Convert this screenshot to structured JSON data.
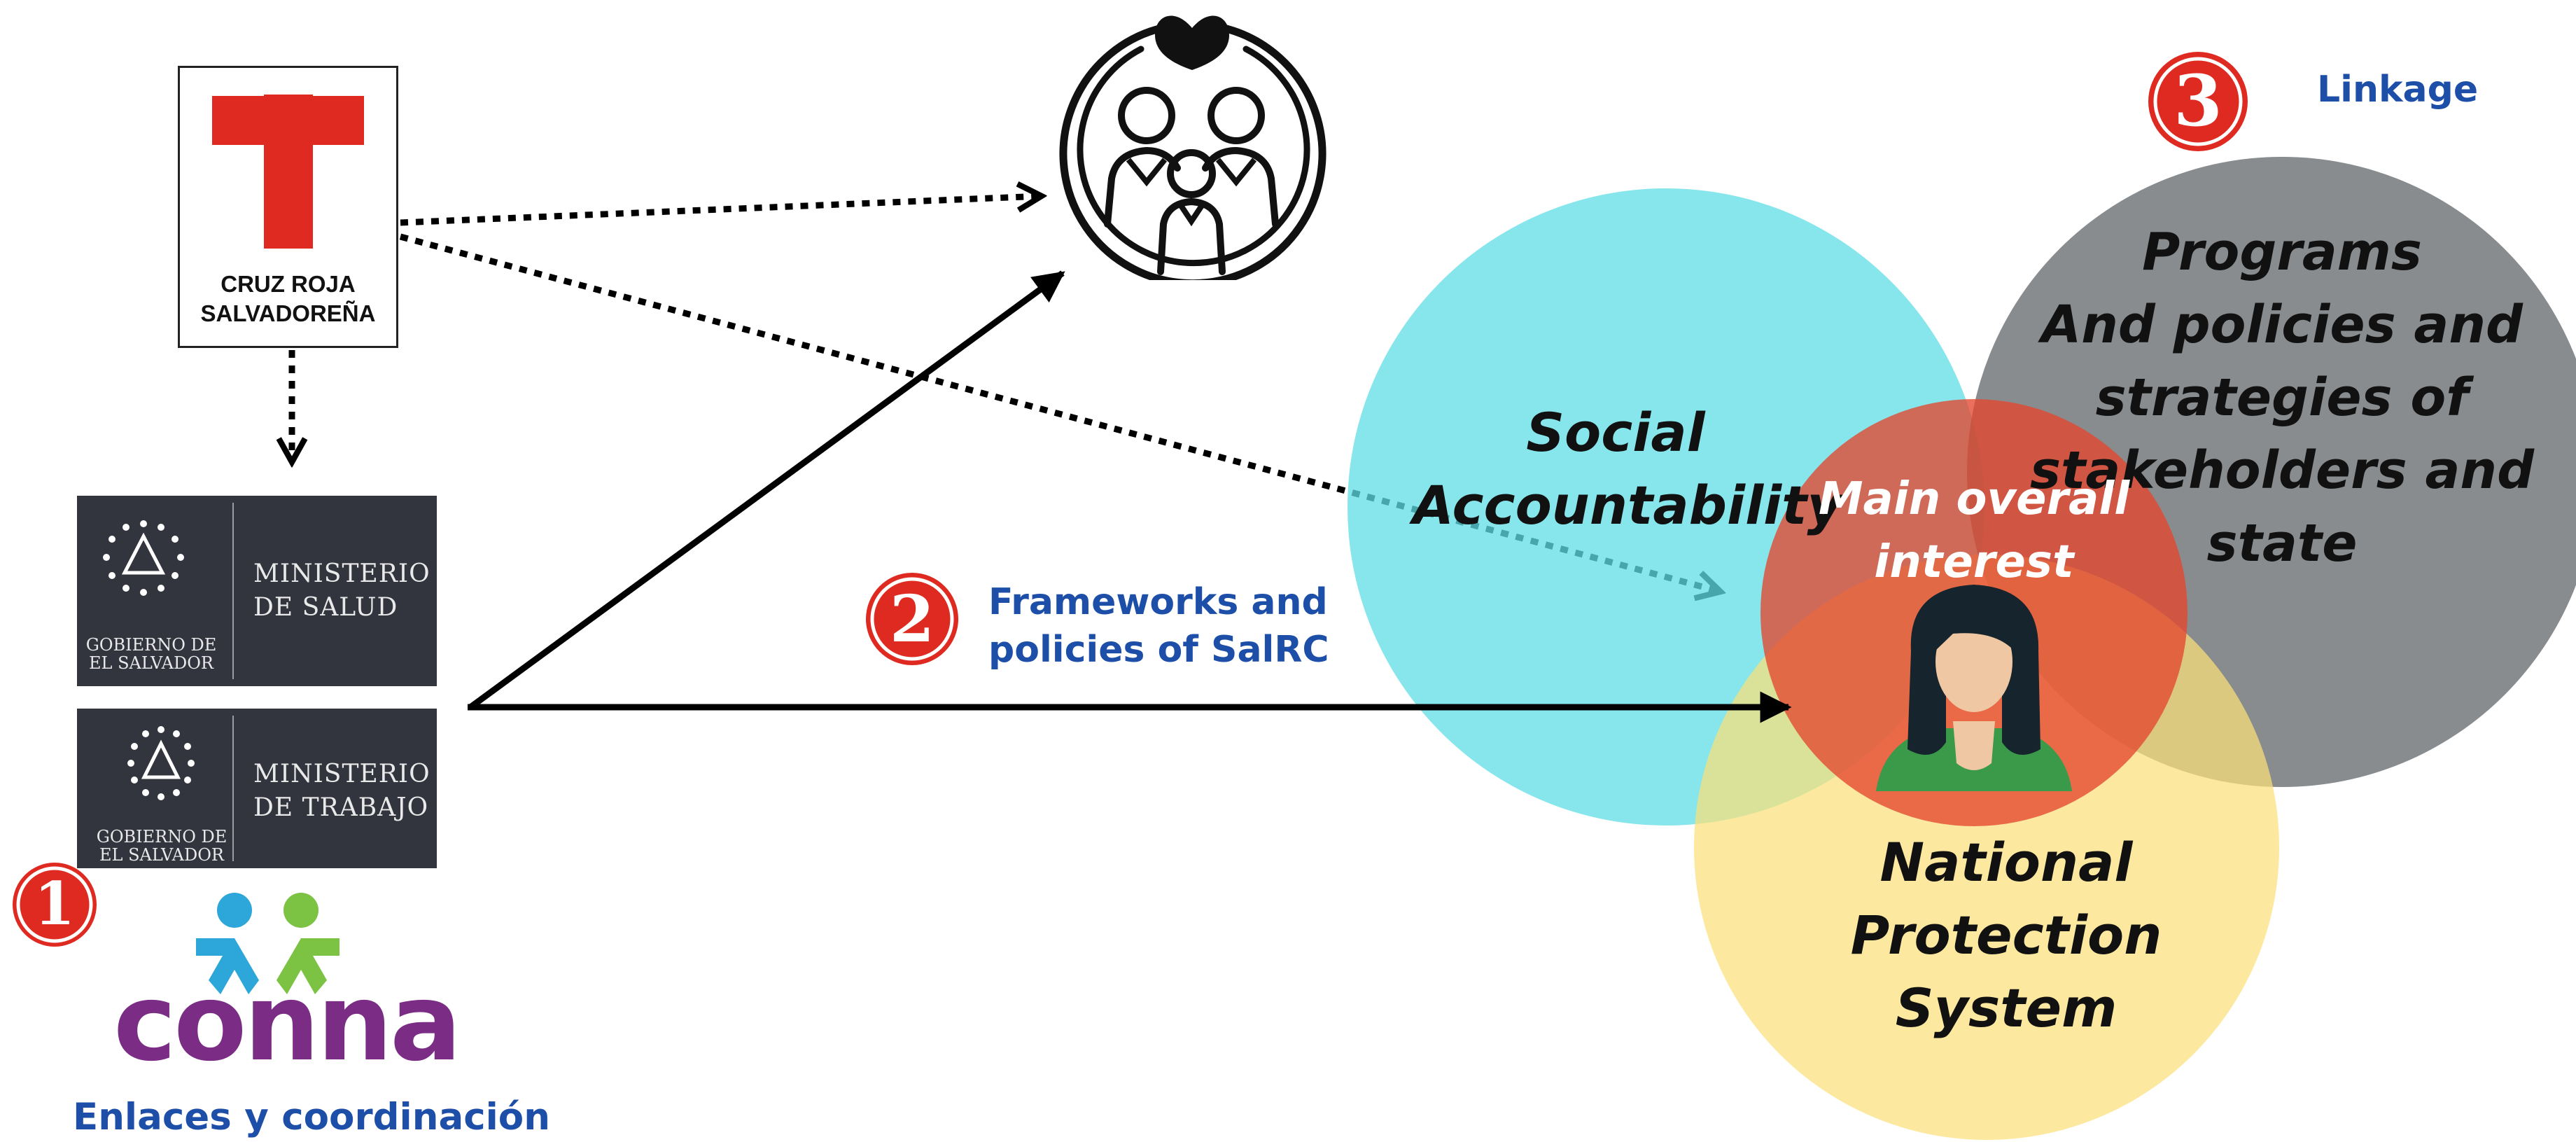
{
  "cruz_roja": {
    "name_line1": "CRUZ ROJA",
    "name_line2": "SALVADOREÑA",
    "cross_color": "#de2a20"
  },
  "ministerio_salud": {
    "line1": "MINISTERIO",
    "line2": "DE SALUD",
    "gov_line1": "GOBIERNO DE",
    "gov_line2": "EL SALVADOR"
  },
  "ministerio_trabajo": {
    "line1": "MINISTERIO",
    "line2": "DE TRABAJO",
    "gov_line1": "GOBIERNO DE",
    "gov_line2": "EL SALVADOR"
  },
  "conna": {
    "wordmark": "conna",
    "caption": "Enlaces y coordinación",
    "figure_colors": [
      "#2da6d9",
      "#7cc243"
    ]
  },
  "badges": [
    {
      "number": "1",
      "color": "#de2a20"
    },
    {
      "number": "2",
      "color": "#de2a20"
    },
    {
      "number": "3",
      "color": "#de2a20"
    }
  ],
  "labels": {
    "frameworks_line1": "Frameworks and",
    "frameworks_line2": "policies of SalRC",
    "linkage": "Linkage"
  },
  "venn": {
    "social": {
      "line1": "Social",
      "line2": "Accountability",
      "color": "#5fdde4"
    },
    "programs": {
      "line1": "Programs",
      "line2": "And policies and",
      "line3": "strategies of",
      "line4": "stakeholders and",
      "line5": "state",
      "color": "#5a5f62"
    },
    "national": {
      "line1": "National",
      "line2": "Protection",
      "line3": "System",
      "color": "#fbe07a"
    },
    "main": {
      "line1": "Main overall",
      "line2": "interest",
      "color": "#e4472e"
    }
  },
  "colors": {
    "accent_blue": "#1d4fa8",
    "ministry_bg": "#32343e"
  },
  "icons": [
    "family-heart-icon",
    "woman-avatar-icon",
    "el-salvador-emblem-icon",
    "red-cross-icon"
  ]
}
